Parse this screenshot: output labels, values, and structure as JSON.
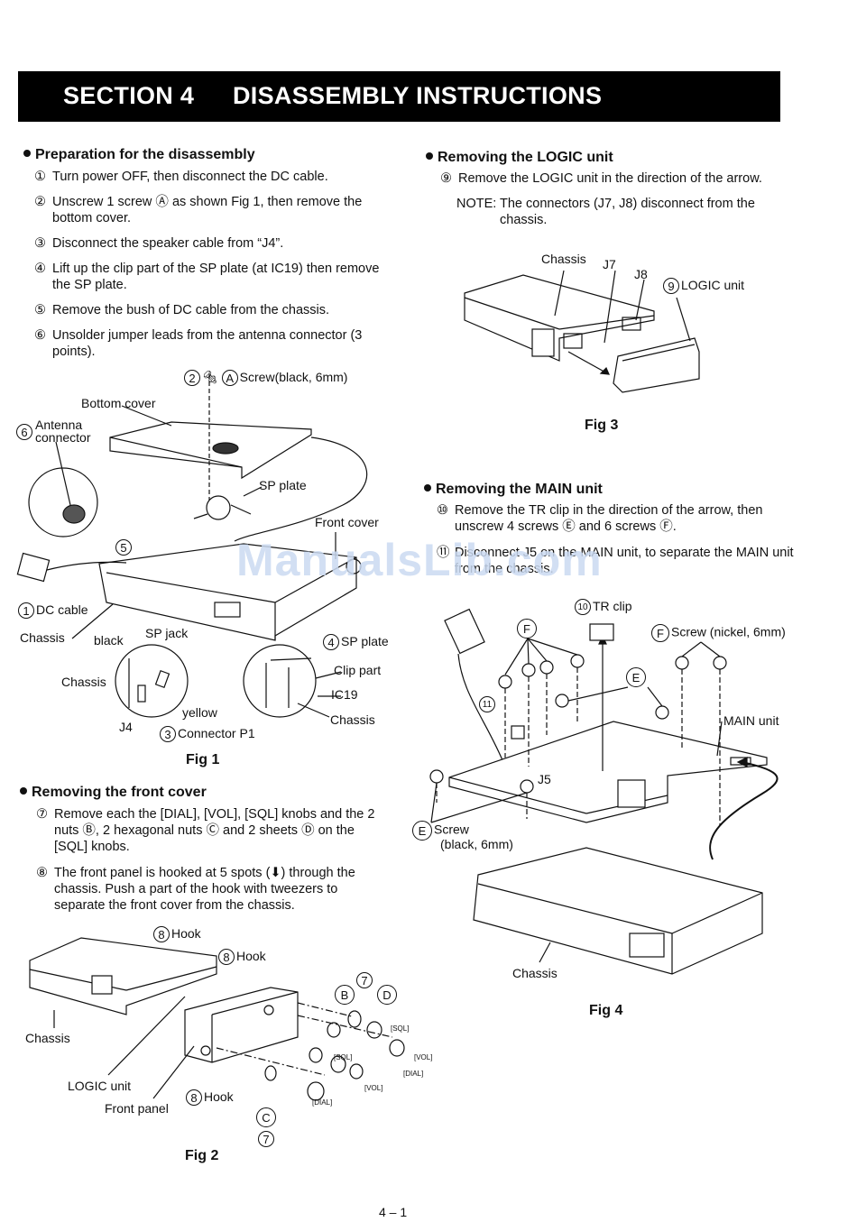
{
  "header": {
    "section": "SECTION  4",
    "title": "DISASSEMBLY INSTRUCTIONS"
  },
  "preparation": {
    "heading": "Preparation for the disassembly",
    "steps": [
      {
        "num": "①",
        "text": "Turn power OFF, then disconnect the DC cable."
      },
      {
        "num": "②",
        "text": "Unscrew 1 screw Ⓐ as shown Fig 1, then remove the bottom cover."
      },
      {
        "num": "③",
        "text": "Disconnect the speaker cable from “J4”."
      },
      {
        "num": "④",
        "text": "Lift up the clip part of the SP plate (at IC19) then remove the SP plate."
      },
      {
        "num": "⑤",
        "text": "Remove the bush of DC cable from the chassis."
      },
      {
        "num": "⑥",
        "text": "Unsolder jumper leads from the antenna connector (3 points)."
      }
    ]
  },
  "fig1": {
    "caption": "Fig 1",
    "labels": {
      "screw_num": "2",
      "screw_letter": "A",
      "screw": "Screw(black, 6mm)",
      "bottom_cover": "Bottom cover",
      "antenna_num": "6",
      "antenna": "Antenna",
      "antenna2": "connector",
      "sp_plate": "SP plate",
      "front_cover": "Front cover",
      "bush_num": "5",
      "dc_num": "1",
      "dc_cable": "DC cable",
      "chassis": "Chassis",
      "black": "black",
      "sp_jack": "SP jack",
      "sp_plate4_num": "4",
      "sp_plate4": "SP plate",
      "clip_part": "Clip part",
      "ic19": "IC19",
      "chassis2": "Chassis",
      "chassis3": "Chassis",
      "yellow": "yellow",
      "j4": "J4",
      "conn_num": "3",
      "connector_p1": "Connector P1"
    }
  },
  "front_cover": {
    "heading": "Removing the front cover",
    "steps": [
      {
        "num": "⑦",
        "text": "Remove each the [DIAL], [VOL], [SQL] knobs and the 2 nuts Ⓑ, 2 hexagonal nuts Ⓒ and 2 sheets Ⓓ on the [SQL] knobs."
      },
      {
        "num": "⑧",
        "text": "The front panel is hooked at 5 spots (⬇) through the chassis.  Push a part of the hook with tweezers to separate the front cover from the chassis."
      }
    ]
  },
  "fig2": {
    "caption": "Fig 2",
    "labels": {
      "hook_num": "8",
      "hook": "Hook",
      "chassis": "Chassis",
      "logic_unit": "LOGIC unit",
      "front_panel": "Front panel",
      "step7": "7",
      "b": "B",
      "c": "C",
      "d": "D",
      "sql": "[SQL]",
      "vol": "[VOL]",
      "dial": "[DIAL]"
    }
  },
  "logic": {
    "heading": "Removing the LOGIC unit",
    "step": {
      "num": "⑨",
      "text": "Remove the LOGIC unit in the direction of the arrow."
    },
    "note_label": "NOTE:",
    "note_text": "The connectors (J7, J8) disconnect from the chassis."
  },
  "fig3": {
    "caption": "Fig 3",
    "labels": {
      "chassis": "Chassis",
      "j7": "J7",
      "j8": "J8",
      "logic_num": "9",
      "logic_unit": "LOGIC unit"
    }
  },
  "main": {
    "heading": "Removing the MAIN unit",
    "steps": [
      {
        "num": "⑩",
        "text": "Remove the TR clip in the direction of the arrow, then unscrew 4 screws Ⓔ and 6 screws Ⓕ."
      },
      {
        "num": "⑪",
        "text": "Disconnect J5 on the MAIN unit, to separate the MAIN unit from the chassis."
      }
    ]
  },
  "fig4": {
    "caption": "Fig 4",
    "labels": {
      "tr_num": "10",
      "tr_clip": "TR clip",
      "f": "F",
      "f_screw": "Screw (nickel, 6mm)",
      "e": "E",
      "step11": "11",
      "main_unit": "MAIN unit",
      "j5": "J5",
      "e_screw1": "Screw",
      "e_screw2": "(black, 6mm)",
      "chassis": "Chassis"
    }
  },
  "watermark": "ManualsLib.com",
  "page_number": "4 – 1"
}
